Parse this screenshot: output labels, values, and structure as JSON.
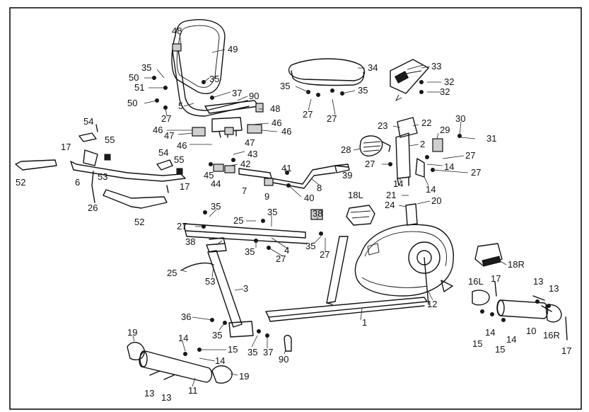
{
  "colors": {
    "ink": "#111111",
    "paper": "#ffffff",
    "fill": "#cfcfcf"
  },
  "labels": [
    {
      "id": "l48a",
      "text": "48"
    },
    {
      "id": "l49",
      "text": "49"
    },
    {
      "id": "l35a",
      "text": "35"
    },
    {
      "id": "l50a",
      "text": "50"
    },
    {
      "id": "l51",
      "text": "51"
    },
    {
      "id": "l35b",
      "text": "35"
    },
    {
      "id": "l37a",
      "text": "37"
    },
    {
      "id": "l90a",
      "text": "90"
    },
    {
      "id": "l50b",
      "text": "50"
    },
    {
      "id": "l5",
      "text": "5"
    },
    {
      "id": "l48b",
      "text": "48"
    },
    {
      "id": "l27a",
      "text": "27"
    },
    {
      "id": "l46a",
      "text": "46"
    },
    {
      "id": "l46b",
      "text": "46"
    },
    {
      "id": "l47a",
      "text": "47"
    },
    {
      "id": "l46c",
      "text": "46"
    },
    {
      "id": "l47b",
      "text": "47"
    },
    {
      "id": "l46d",
      "text": "46"
    },
    {
      "id": "l34",
      "text": "34"
    },
    {
      "id": "l35c",
      "text": "35"
    },
    {
      "id": "l35d",
      "text": "35"
    },
    {
      "id": "l27b",
      "text": "27"
    },
    {
      "id": "l27c",
      "text": "27"
    },
    {
      "id": "l33",
      "text": "33"
    },
    {
      "id": "l32a",
      "text": "32"
    },
    {
      "id": "l32b",
      "text": "32"
    },
    {
      "id": "l54a",
      "text": "54"
    },
    {
      "id": "l55a",
      "text": "55"
    },
    {
      "id": "l17a",
      "text": "17"
    },
    {
      "id": "l52a",
      "text": "52"
    },
    {
      "id": "l6",
      "text": "6"
    },
    {
      "id": "l53a",
      "text": "53"
    },
    {
      "id": "l26",
      "text": "26"
    },
    {
      "id": "l54b",
      "text": "54"
    },
    {
      "id": "l55b",
      "text": "55"
    },
    {
      "id": "l17b",
      "text": "17"
    },
    {
      "id": "l52b",
      "text": "52"
    },
    {
      "id": "l43",
      "text": "43"
    },
    {
      "id": "l42",
      "text": "42"
    },
    {
      "id": "l45",
      "text": "45"
    },
    {
      "id": "l44",
      "text": "44"
    },
    {
      "id": "l7",
      "text": "7"
    },
    {
      "id": "l41",
      "text": "41"
    },
    {
      "id": "l9",
      "text": "9"
    },
    {
      "id": "l40",
      "text": "40"
    },
    {
      "id": "l8",
      "text": "8"
    },
    {
      "id": "l39",
      "text": "39"
    },
    {
      "id": "l23",
      "text": "23"
    },
    {
      "id": "l22",
      "text": "22"
    },
    {
      "id": "l30",
      "text": "30"
    },
    {
      "id": "l31",
      "text": "31"
    },
    {
      "id": "l29",
      "text": "29"
    },
    {
      "id": "l28",
      "text": "28"
    },
    {
      "id": "l2",
      "text": "2"
    },
    {
      "id": "l27d",
      "text": "27"
    },
    {
      "id": "l27e",
      "text": "27"
    },
    {
      "id": "l14a",
      "text": "14"
    },
    {
      "id": "l27f",
      "text": "27"
    },
    {
      "id": "l14b",
      "text": "14"
    },
    {
      "id": "l14c",
      "text": "14"
    },
    {
      "id": "l18l",
      "text": "18L"
    },
    {
      "id": "l21",
      "text": "21"
    },
    {
      "id": "l24",
      "text": "24"
    },
    {
      "id": "l20",
      "text": "20"
    },
    {
      "id": "l35e",
      "text": "35"
    },
    {
      "id": "l25a",
      "text": "25"
    },
    {
      "id": "l35f",
      "text": "35"
    },
    {
      "id": "l38a",
      "text": "38"
    },
    {
      "id": "l27g",
      "text": "27"
    },
    {
      "id": "l38b",
      "text": "38"
    },
    {
      "id": "l35g",
      "text": "35"
    },
    {
      "id": "l4",
      "text": "4"
    },
    {
      "id": "l35h",
      "text": "35"
    },
    {
      "id": "l27h",
      "text": "27"
    },
    {
      "id": "l27i",
      "text": "27"
    },
    {
      "id": "l25b",
      "text": "25"
    },
    {
      "id": "l53b",
      "text": "53"
    },
    {
      "id": "l3",
      "text": "3"
    },
    {
      "id": "l18r",
      "text": "18R"
    },
    {
      "id": "l12",
      "text": "12"
    },
    {
      "id": "l1",
      "text": "1"
    },
    {
      "id": "l36",
      "text": "36"
    },
    {
      "id": "l35i",
      "text": "35"
    },
    {
      "id": "l19a",
      "text": "19"
    },
    {
      "id": "l14d",
      "text": "14"
    },
    {
      "id": "l15a",
      "text": "15"
    },
    {
      "id": "l14e",
      "text": "14"
    },
    {
      "id": "l35j",
      "text": "35"
    },
    {
      "id": "l37b",
      "text": "37"
    },
    {
      "id": "l90b",
      "text": "90"
    },
    {
      "id": "l11",
      "text": "11"
    },
    {
      "id": "l19b",
      "text": "19"
    },
    {
      "id": "l13a",
      "text": "13"
    },
    {
      "id": "l13b",
      "text": "13"
    },
    {
      "id": "l16l",
      "text": "16L"
    },
    {
      "id": "l17c",
      "text": "17"
    },
    {
      "id": "l13c",
      "text": "13"
    },
    {
      "id": "l13d",
      "text": "13"
    },
    {
      "id": "l14f",
      "text": "14"
    },
    {
      "id": "l10",
      "text": "10"
    },
    {
      "id": "l16r",
      "text": "16R"
    },
    {
      "id": "l15b",
      "text": "15"
    },
    {
      "id": "l14g",
      "text": "14"
    },
    {
      "id": "l15c",
      "text": "15"
    },
    {
      "id": "l17d",
      "text": "17"
    }
  ]
}
